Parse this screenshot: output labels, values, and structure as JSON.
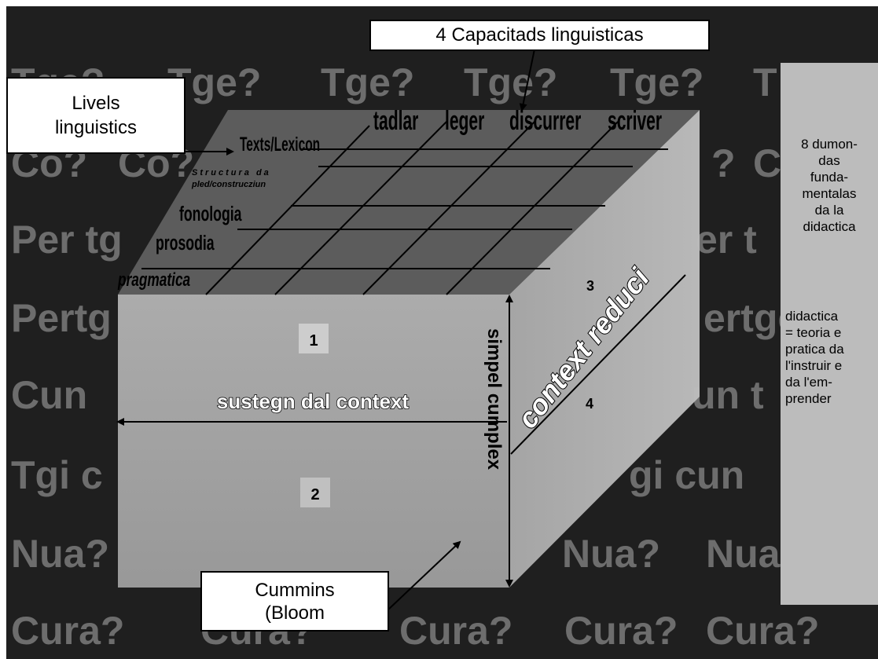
{
  "background_words": [
    [
      "Tge?",
      "Tge?",
      "Tge?",
      "Tge?",
      "Tge?",
      "T"
    ],
    [
      "Co?",
      "Co?",
      "?",
      "C"
    ],
    [
      "Per tg",
      "er t"
    ],
    [
      "Pertg",
      "ertge"
    ],
    [
      "Cun",
      "un t"
    ],
    [
      "Tgi c",
      "gi cun"
    ],
    [
      "Nua?",
      "Nua?",
      "Nua"
    ],
    [
      "Cura?",
      "Cura?",
      "Cura?",
      "Cura?",
      "Cura?"
    ]
  ],
  "capacities_box": "4 Capacitads  linguisticas",
  "levels_box": [
    "Livels",
    "linguistics"
  ],
  "cummins_box": [
    "Cummins",
    "(Bloom"
  ],
  "capacities": [
    "tadlar",
    "leger",
    "discurrer",
    "scriver"
  ],
  "levels": [
    "Texts/Lexicon",
    "Structura da",
    "pled/construcziun",
    "fonologia",
    "prosodia",
    "pragmatica"
  ],
  "quadrants": [
    "1",
    "2",
    "3",
    "4"
  ],
  "axis_context_support": "sustegn dal context",
  "axis_simple_complex": "simpel  cumplex",
  "axis_context_reduced": "context reduci",
  "side_panel": {
    "top": [
      "8 dumon-",
      "das",
      "funda-",
      "mentalas",
      "da la",
      "didactica"
    ],
    "bottom": [
      "didactica",
      "= teoria e",
      "pratica da",
      "l'instruir e",
      "da l'em-",
      "prender"
    ]
  },
  "colors": {
    "background": "#1f1f1f",
    "background_words": "#6d6d6d",
    "front_face": "#a4a4a4",
    "top_face": "#5e5e5e",
    "side_face": "#b3b3b3",
    "side_panel": "#bcbcbc"
  }
}
